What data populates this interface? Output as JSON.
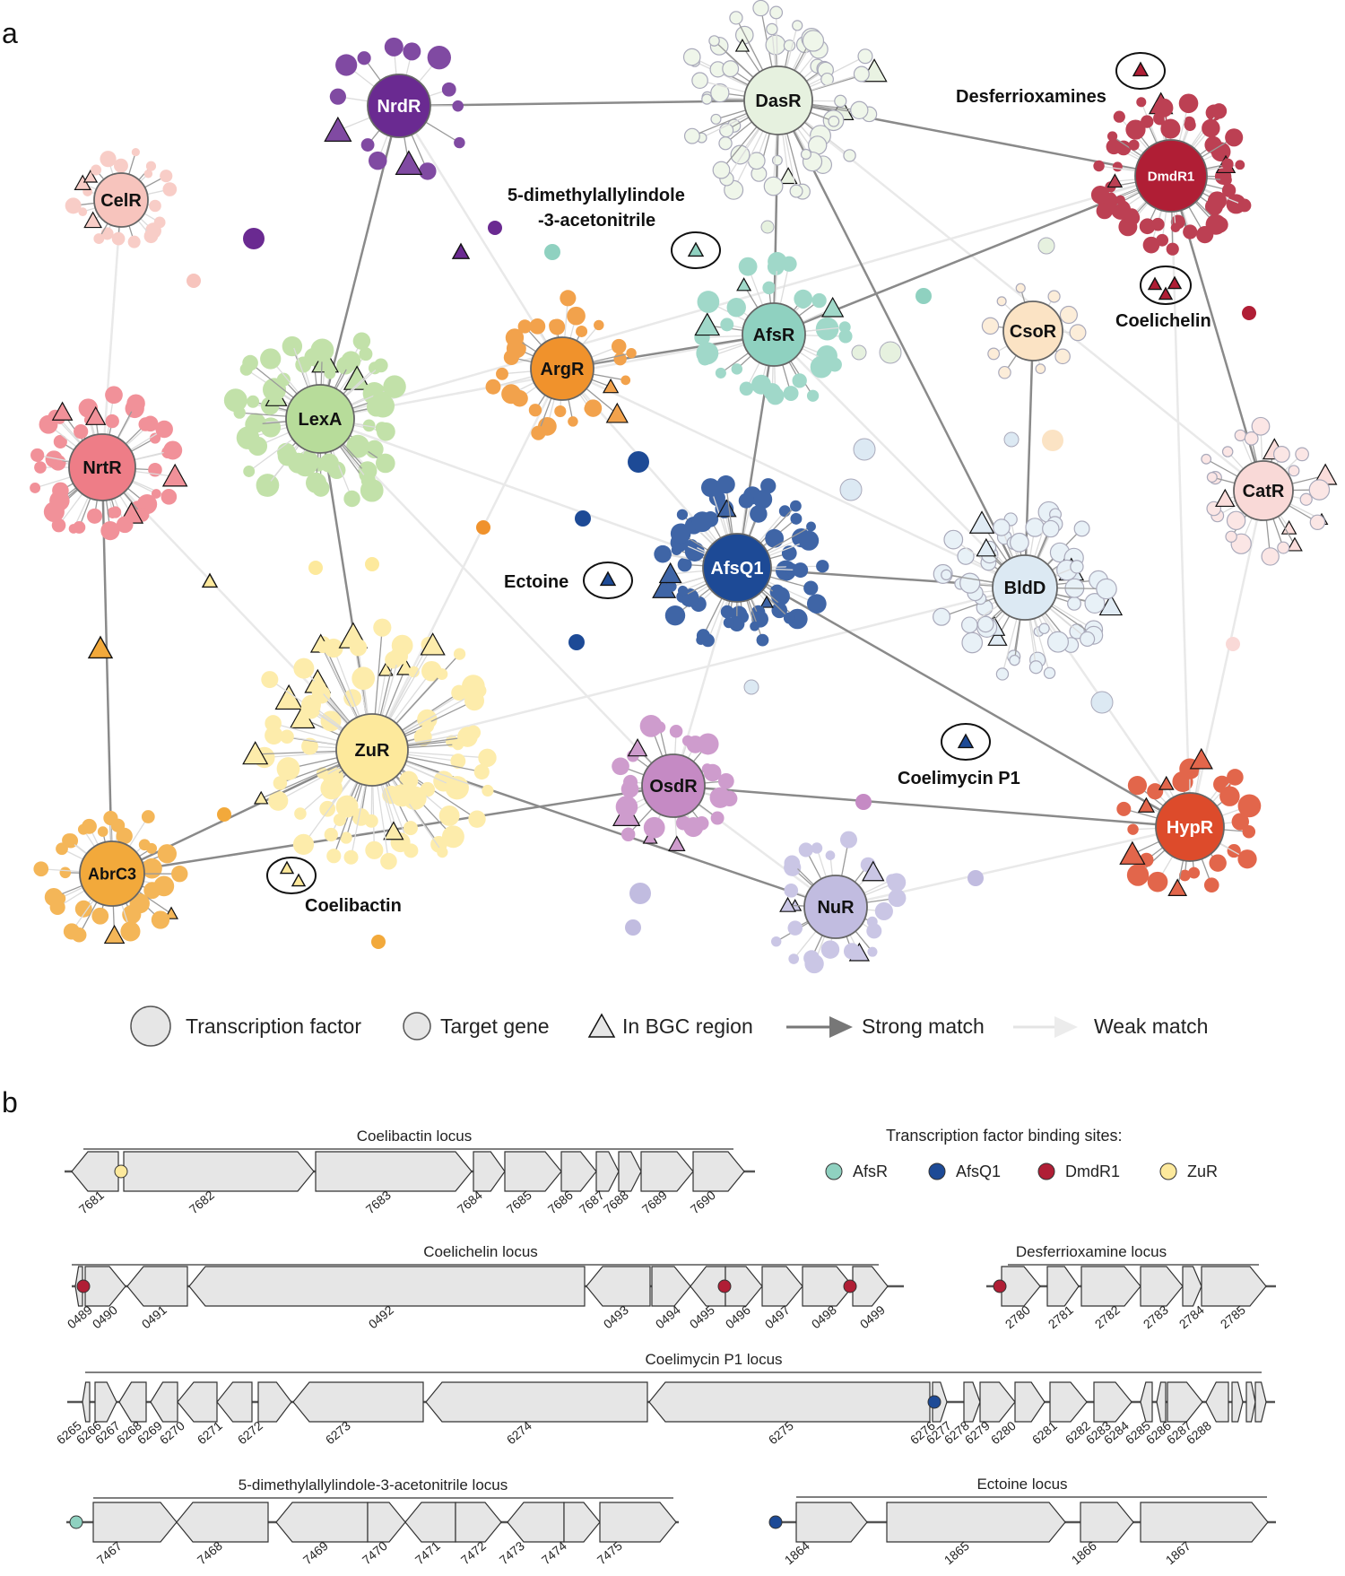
{
  "panels": {
    "a": "a",
    "b": "b"
  },
  "network": {
    "hubs": [
      {
        "id": "NrdR",
        "label": "NrdR",
        "color": "#6a2a91",
        "text": "#ffffff"
      },
      {
        "id": "DasR",
        "label": "DasR",
        "color": "#e6f1df",
        "text": "#111111"
      },
      {
        "id": "DmdR1",
        "label": "DmdR1",
        "color": "#b01e35",
        "text": "#ffffff"
      },
      {
        "id": "CelR",
        "label": "CelR",
        "color": "#f7c4bd",
        "text": "#111111"
      },
      {
        "id": "AfsR",
        "label": "AfsR",
        "color": "#8fd1c0",
        "text": "#111111"
      },
      {
        "id": "ArgR",
        "label": "ArgR",
        "color": "#f0922c",
        "text": "#111111"
      },
      {
        "id": "CsoR",
        "label": "CsoR",
        "color": "#fbe3c4",
        "text": "#111111"
      },
      {
        "id": "LexA",
        "label": "LexA",
        "color": "#b7dc9a",
        "text": "#111111"
      },
      {
        "id": "NrtR",
        "label": "NrtR",
        "color": "#ee7d87",
        "text": "#111111"
      },
      {
        "id": "CatR",
        "label": "CatR",
        "color": "#f9d9d7",
        "text": "#111111"
      },
      {
        "id": "AfsQ1",
        "label": "AfsQ1",
        "color": "#1d4a96",
        "text": "#ffffff"
      },
      {
        "id": "BldD",
        "label": "BldD",
        "color": "#dce9f3",
        "text": "#111111"
      },
      {
        "id": "ZuR",
        "label": "ZuR",
        "color": "#fde99c",
        "text": "#111111"
      },
      {
        "id": "OsdR",
        "label": "OsdR",
        "color": "#c58ac4",
        "text": "#111111"
      },
      {
        "id": "HypR",
        "label": "HypR",
        "color": "#dd4b2b",
        "text": "#ffffff"
      },
      {
        "id": "AbrC3",
        "label": "AbrC3",
        "color": "#f2a93b",
        "text": "#111111"
      },
      {
        "id": "NuR",
        "label": "NuR",
        "color": "#c1bce0",
        "text": "#111111"
      }
    ],
    "annotations": [
      {
        "id": "desferrioxamines",
        "text": "Desferrioxamines"
      },
      {
        "id": "dimethylallylindole-1",
        "text": "5-dimethylallylindole"
      },
      {
        "id": "dimethylallylindole-2",
        "text": "-3-acetonitrile"
      },
      {
        "id": "coelichelin",
        "text": "Coelichelin"
      },
      {
        "id": "ectoine",
        "text": "Ectoine"
      },
      {
        "id": "coelimycin",
        "text": "Coelimycin P1"
      },
      {
        "id": "coelibactin",
        "text": "Coelibactin"
      }
    ],
    "legend": {
      "transcription_factor": "Transcription factor",
      "target_gene": "Target gene",
      "in_bgc": "In BGC region",
      "strong": "Strong match",
      "weak": "Weak match"
    }
  },
  "loci_legend": {
    "title": "Transcription factor binding sites:",
    "items": [
      {
        "name": "AfsR",
        "color": "#8fd1c0"
      },
      {
        "name": "AfsQ1",
        "color": "#1d4a96"
      },
      {
        "name": "DmdR1",
        "color": "#b01e35"
      },
      {
        "name": "ZuR",
        "color": "#fde99c"
      }
    ]
  },
  "loci": [
    {
      "title": "Coelibactin locus",
      "genes": [
        "7681",
        "7682",
        "7683",
        "7684",
        "7685",
        "7686",
        "7687",
        "7688",
        "7689",
        "7690"
      ]
    },
    {
      "title": "Coelichelin locus",
      "genes": [
        "0489",
        "0490",
        "0491",
        "0492",
        "0493",
        "0494",
        "0495",
        "0496",
        "0497",
        "0498",
        "0499"
      ]
    },
    {
      "title": "Desferrioxamine locus",
      "genes": [
        "2780",
        "2781",
        "2782",
        "2783",
        "2784",
        "2785"
      ]
    },
    {
      "title": "Coelimycin P1 locus",
      "genes": [
        "6265",
        "6266",
        "6267",
        "6268",
        "6269",
        "6270",
        "6271",
        "6272",
        "6273",
        "6274",
        "6275",
        "6276",
        "6277",
        "6278",
        "6279",
        "6280",
        "6281",
        "6282",
        "6283",
        "6284",
        "6285",
        "6286",
        "6287",
        "6288"
      ]
    },
    {
      "title": "5-dimethylallylindole-3-acetonitrile locus",
      "genes": [
        "7467",
        "7468",
        "7469",
        "7470",
        "7471",
        "7472",
        "7473",
        "7474",
        "7475"
      ]
    },
    {
      "title": "Ectoine locus",
      "genes": [
        "1864",
        "1865",
        "1866",
        "1867"
      ]
    }
  ]
}
